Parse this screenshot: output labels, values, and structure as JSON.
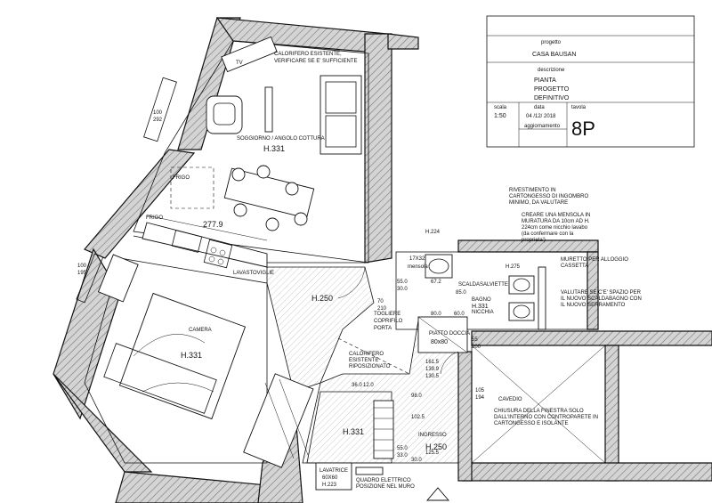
{
  "title_block": {
    "label_project": "progetto",
    "project_name": "CASA BAUSAN",
    "label_description": "descrizione",
    "description_lines": [
      "PIANTA",
      "PROGETTO",
      "DEFINITIVO"
    ],
    "label_scale": "scala",
    "scale": "1:50",
    "label_date": "data",
    "date": "04 /12/ 2018",
    "label_update": "aggiornamento",
    "label_table": "tavola",
    "table_number": "8P"
  },
  "rooms": {
    "living_name": "SOGGIORNO / ANGOLO COTTURA",
    "living_height": "H.331",
    "bedroom_name": "CAMERA",
    "bedroom_height": "H.331",
    "bathroom_name": "BAGNO",
    "bathroom_height": "H.331",
    "entrance_name": "INGRESSO",
    "entrance_height": "H.250",
    "corridor_height": "H.250",
    "closet_height": "H.331",
    "courtyard_name": "CAVEDIO"
  },
  "notes": {
    "radiator_check": [
      "CALORIFERO ESISTENTE,",
      "VERIFICARE SE E' SUFFICIENTE"
    ],
    "remove_cover": [
      "TOGLIERE",
      "COPRIFILO",
      "PORTA"
    ],
    "radiator_move": [
      "CALORIFERO",
      "ESISTENTE",
      "RIPOSIZIONATO"
    ],
    "cladding": [
      "RIVESTIMENTO IN",
      "CARTONGESSO DI INGOMBRO",
      "MINIMO, DA VALUTARE"
    ],
    "shelf": [
      "CREARE UNA MENSOLA IN",
      "MURATURA DA 10cm AD H.",
      "224cm come nicchio lavabo",
      "(da confermare con la",
      "proprieta')"
    ],
    "boiler_wall": [
      "MURETTO PER ALLOGGIO",
      "CASSETTA"
    ],
    "heater_space": [
      "VALUTARE SE C'E' SPAZIO PER",
      "IL NUOVO SCALDABAGNO CON",
      "IL NUOVO SERRAMENTO"
    ],
    "window_close": [
      "CHIUSURA DELLA FINESTRA  SOLO",
      "DALL'INTERNO CON CONTROPARETE IN",
      "CARTONGESSO E ISOLANTE"
    ],
    "electrical_panel": [
      "QUADRO ELETTRICO",
      "POSIZIONE NEL MURO"
    ]
  },
  "labels": {
    "tv": "TV",
    "frigo_top": "FRIGO",
    "frigo_left": "FRIGO",
    "dishwasher": "LAVASTOVIGLIE",
    "washer": "LAVATRICE",
    "washer_size": "60X60",
    "washer_height": "H.223",
    "shower": "PIATTO DOCCIA",
    "shower_size": "80x80",
    "niche": "NICCHIA",
    "towel_warmer": "SCALDASALVIETTE",
    "shelf_label": "mensola",
    "shelf_size": "17X32",
    "h_224": "H.224",
    "h_275": "H.275"
  },
  "dimensions": {
    "kitchen_width": "277.9",
    "window_left_top": [
      "100",
      "292"
    ],
    "window_left_bottom": [
      "100",
      "195"
    ],
    "door_corridor": [
      "70",
      "210"
    ],
    "door_bath": [
      "55",
      "200"
    ],
    "door_courtyard": [
      "105",
      "194"
    ],
    "bath_a": "55.0",
    "bath_b": "30.0",
    "bath_c": "67.2",
    "bath_d": "85.0",
    "shower_w": "80.0",
    "shower_x": "60.0",
    "entry_a": "161.5",
    "entry_b": "139.9",
    "entry_c": "130.5",
    "entry_d": "125.5",
    "entry_e": "98.0",
    "entry_f": "102.5",
    "entry_g": "55.0",
    "entry_h": "33.0",
    "entry_i": "30.0",
    "entry_j": "36.0",
    "entry_k": "12.0"
  }
}
